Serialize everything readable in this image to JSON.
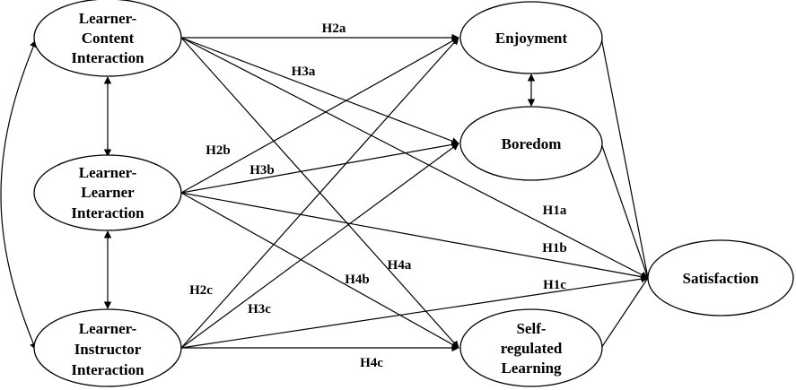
{
  "nodes": {
    "lci": {
      "lines": [
        "Learner-",
        "Content",
        "Interaction"
      ]
    },
    "lli": {
      "lines": [
        "Learner-",
        "Learner",
        "Interaction"
      ]
    },
    "lii": {
      "lines": [
        "Learner-",
        "Instructor",
        "Interaction"
      ]
    },
    "enjoyment": {
      "lines": [
        "Enjoyment"
      ]
    },
    "boredom": {
      "lines": [
        "Boredom"
      ]
    },
    "srl": {
      "lines": [
        "Self-",
        "regulated",
        "Learning"
      ]
    },
    "satisfaction": {
      "lines": [
        "Satisfaction"
      ]
    }
  },
  "hypotheses": {
    "h1a": "H1a",
    "h1b": "H1b",
    "h1c": "H1c",
    "h2a": "H2a",
    "h2b": "H2b",
    "h2c": "H2c",
    "h3a": "H3a",
    "h3b": "H3b",
    "h3c": "H3c",
    "h4a": "H4a",
    "h4b": "H4b",
    "h4c": "H4c"
  }
}
